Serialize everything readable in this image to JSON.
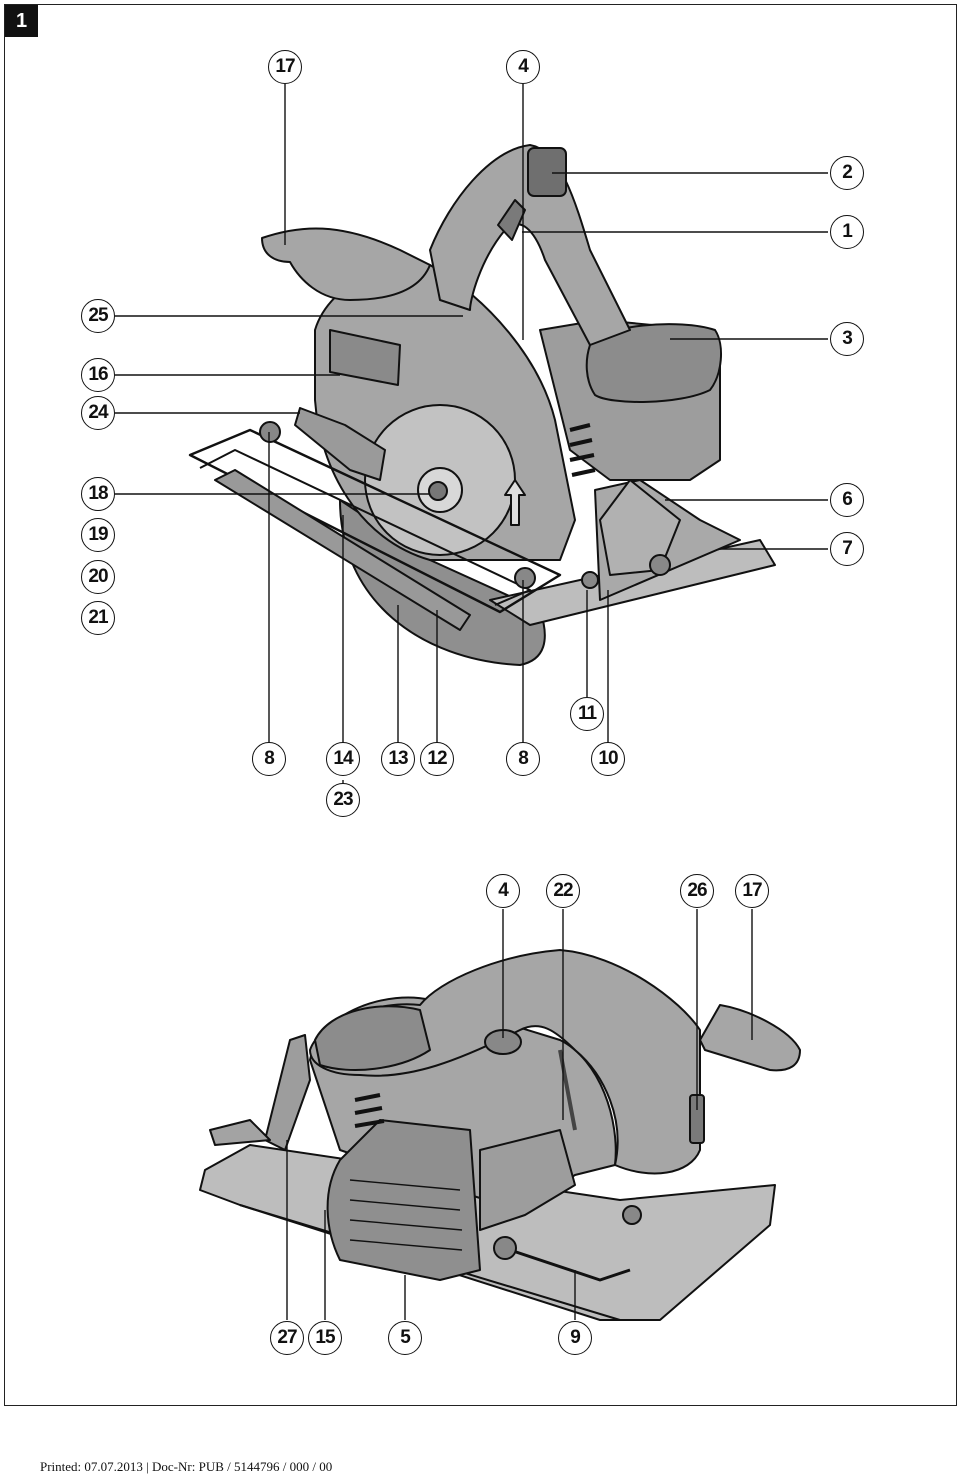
{
  "figure": {
    "number": "1"
  },
  "top_callouts": {
    "c17": "17",
    "c4": "4",
    "c2": "2",
    "c1": "1",
    "c25": "25",
    "c3": "3",
    "c16": "16",
    "c24": "24",
    "c18": "18",
    "c6": "6",
    "c19": "19",
    "c7": "7",
    "c20": "20",
    "c21": "21",
    "c11": "11",
    "c8a": "8",
    "c14": "14",
    "c13": "13",
    "c12": "12",
    "c8b": "8",
    "c10": "10",
    "c23": "23"
  },
  "bottom_callouts": {
    "c4": "4",
    "c22": "22",
    "c26": "26",
    "c17": "17",
    "c27": "27",
    "c15": "15",
    "c5": "5",
    "c9": "9"
  },
  "footer": {
    "text": "Printed: 07.07.2013 | Doc-Nr: PUB / 5144796 / 000 / 00"
  },
  "colors": {
    "ink": "#111111",
    "body_gray": "#a6a6a6",
    "dark_gray": "#7a7a7a",
    "light_gray": "#c8c8c8"
  }
}
